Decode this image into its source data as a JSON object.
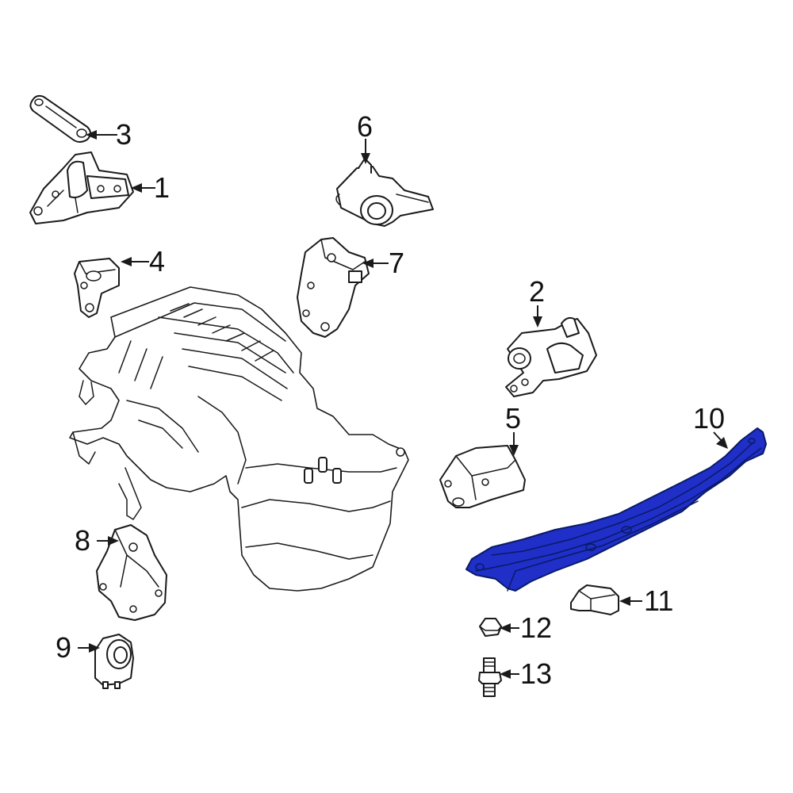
{
  "diagram": {
    "highlight_color": "#1f2fc8",
    "line_color": "#1a1a1a",
    "background": "#ffffff"
  },
  "callouts": {
    "c1": "1",
    "c2": "2",
    "c3": "3",
    "c4": "4",
    "c5": "5",
    "c6": "6",
    "c7": "7",
    "c8": "8",
    "c9": "9",
    "c10": "10",
    "c11": "11",
    "c12": "12",
    "c13": "13"
  }
}
